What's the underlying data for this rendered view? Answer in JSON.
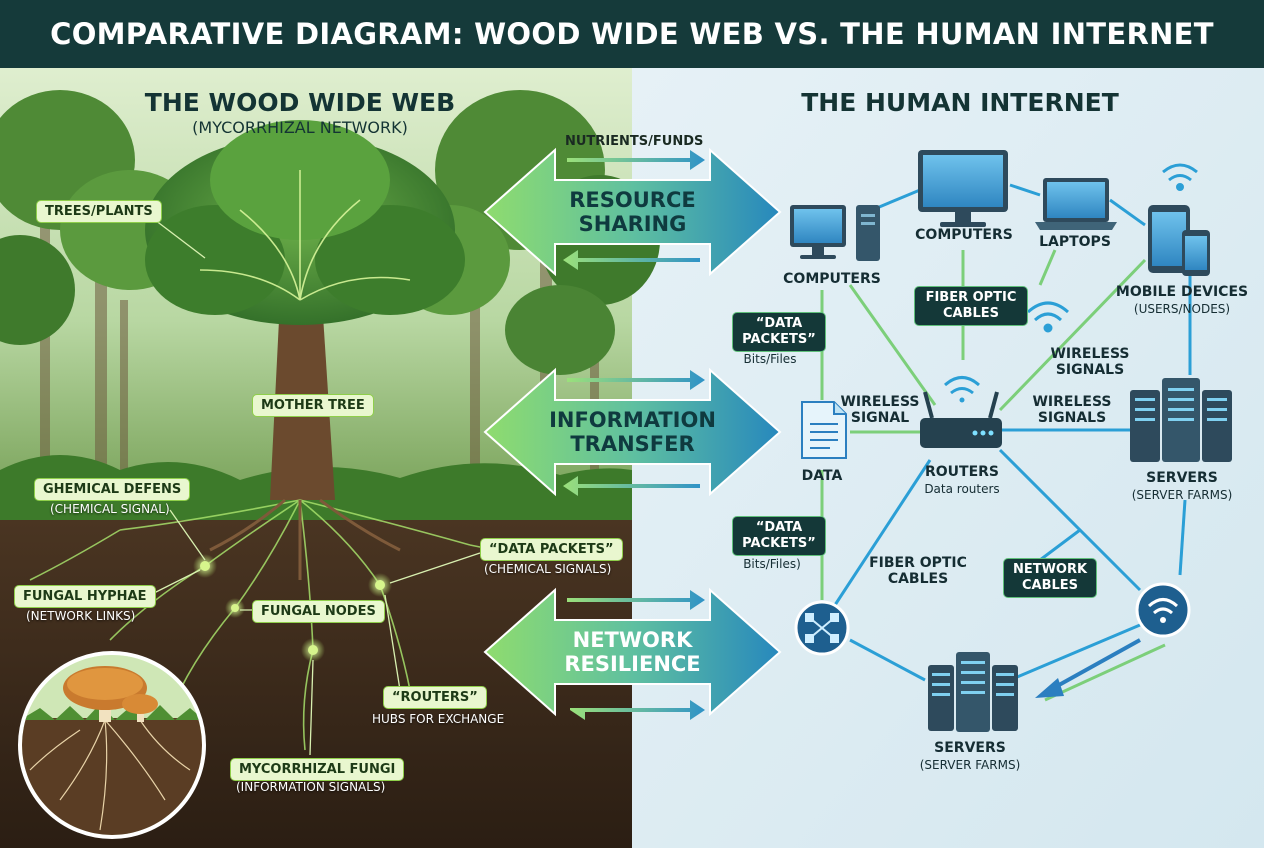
{
  "title": "COMPARATIVE DIAGRAM: WOOD WIDE WEB VS. THE HUMAN INTERNET",
  "left_panel": {
    "title": "THE WOOD WIDE WEB",
    "subtitle": "(MYCORRHIZAL NETWORK)",
    "labels": {
      "trees": "TREES/PLANTS",
      "mother_tree": "MOTHER TREE",
      "chemical_defens": "GHEMICAL DEFENS",
      "chemical_defens_sub": "(CHEMICAL SIGNAL)",
      "data_packets": "“DATA PACKETS”",
      "data_packets_sub": "(CHEMICAL SIGNALS)",
      "fungal_hyphae": "FUNGAL HYPHAE",
      "fungal_hyphae_sub": "(NETWORK LINKS)",
      "fungal_nodes": "FUNGAL NODES",
      "routers": "“ROUTERS”",
      "routers_sub": "HUBS FOR EXCHANGE",
      "mycorrhizal": "MYCORRHIZAL FUNGI",
      "mycorrhizal_sub": "(INFORMATION SIGNALS)"
    }
  },
  "middle": {
    "nutrients": "NUTRIENTS/FUNDS",
    "resource_sharing": "RESOURCE SHARING",
    "information_transfer": "INFORMATION TRANSFER",
    "network_resilience": "NETWORK RESILIENCE"
  },
  "right_panel": {
    "title": "THE HUMAN INTERNET",
    "computers_top": "COMPUTERS",
    "computers_left": "COMPUTERS",
    "laptops": "LAPTOPS",
    "mobile": "MOBILE DEVICES",
    "mobile_sub": "(USERS/NODES)",
    "fiber_top": "FIBER OPTIC CABLES",
    "data_packets_1": "“DATA PACKETS”",
    "bits_1": "Bits/Files",
    "wireless_signals_1": "WIRELESS SIGNALS",
    "wireless_signal": "WIRELESS SIGNAL",
    "wireless_signals_2": "WIRELESS SIGNALS",
    "data": "DATA",
    "routers": "ROUTERS",
    "routers_sub": "Data routers",
    "servers_right": "SERVERS",
    "servers_right_sub": "(SERVER FARMS)",
    "data_packets_2": "“DATA PACKETS”",
    "bits_2": "Bits/Files)",
    "fiber_mid": "FIBER OPTIC CABLES",
    "network_cables": "NETWORK CABLES",
    "servers_bottom": "SERVERS",
    "servers_bottom_sub": "(SERVER FARMS)"
  },
  "colors": {
    "title_bar": "#153a3a",
    "forest_green": "#3f7a2c",
    "soil": "#3b2a1c",
    "network_line": "#2b9fd6",
    "fiber_green": "#7ccf7a",
    "arrow_green": "#7fd06a",
    "arrow_blue": "#2a8fbf"
  }
}
